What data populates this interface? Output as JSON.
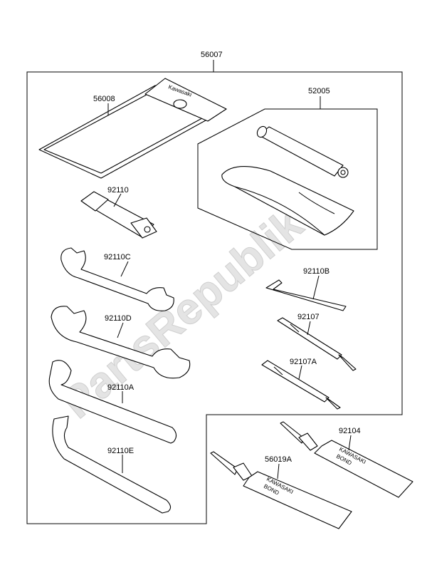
{
  "watermark": "PartsRepublik",
  "labels": {
    "kit": "56007",
    "pouch": "56008",
    "bag_set": "52005",
    "plug_wrench": "92110",
    "wrench_c": "92110C",
    "hex_key": "92110B",
    "wrench_d": "92110D",
    "screwdriver": "92107",
    "screwdriver_a": "92107A",
    "hook_wrench_a": "92110A",
    "hook_wrench_e": "92110E",
    "bond_tube": "92104",
    "bond_tube_a": "56019A"
  },
  "brand_text": {
    "pouch": "Kawasaki",
    "tube_line1": "KAWASAKI",
    "tube_line2": "BOND"
  }
}
